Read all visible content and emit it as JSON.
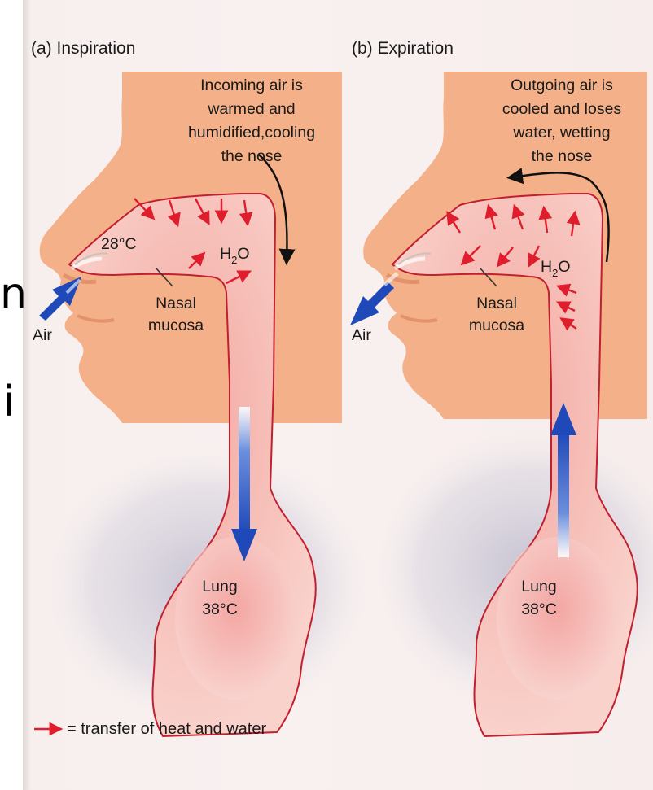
{
  "side_glyphs": [
    "n",
    "i"
  ],
  "panels": {
    "a": {
      "title": "(a) Inspiration",
      "caption_lines": [
        "Incoming air is",
        "warmed and",
        "humidified,cooling",
        "the nose"
      ],
      "temperature_label": "28°C",
      "water_label_base": "H",
      "water_label_sub": "2",
      "water_label_end": "O",
      "mucosa_label_lines": [
        "Nasal",
        "mucosa"
      ],
      "air_label": "Air",
      "lung_label_lines": [
        "Lung",
        "38°C"
      ]
    },
    "b": {
      "title": "(b) Expiration",
      "caption_lines": [
        "Outgoing air is",
        "cooled and loses",
        "water, wetting",
        "the nose"
      ],
      "water_label_base": "H",
      "water_label_sub": "2",
      "water_label_end": "O",
      "mucosa_label_lines": [
        "Nasal",
        "mucosa"
      ],
      "air_label": "Air",
      "lung_label_lines": [
        "Lung",
        "38°C"
      ]
    }
  },
  "legend": {
    "text": "= transfer of heat and water"
  },
  "colors": {
    "skin": "#f4b088",
    "airway": "#f6b7ad",
    "outline": "#c21f2f",
    "heat_arrow": "#e01d2c",
    "air_arrow": "#1f49b8",
    "shadow": "#c7c4d3"
  }
}
